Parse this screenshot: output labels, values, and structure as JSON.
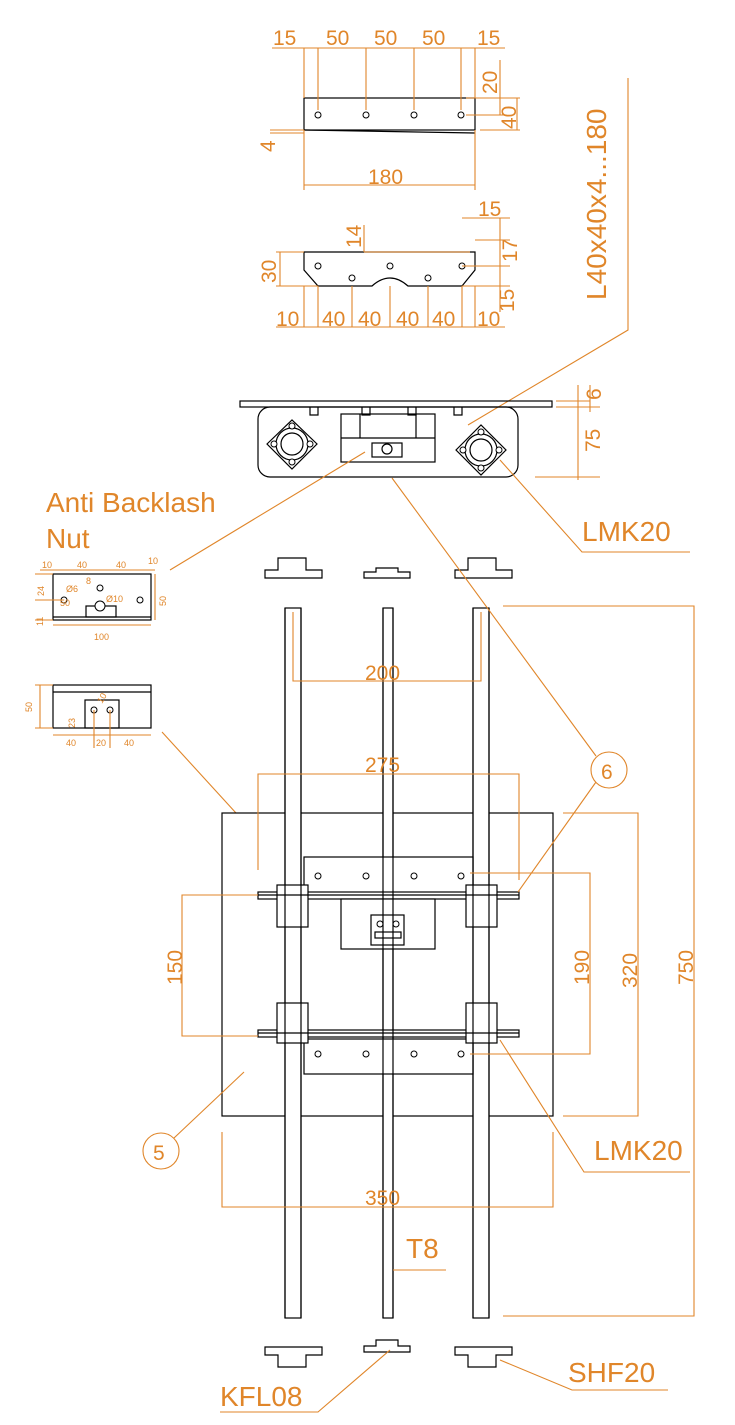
{
  "labels": {
    "angle_profile": "L40x40x4...180",
    "anti_backlash": [
      "Anti Backlash",
      "Nut"
    ],
    "lmk_top": "LMK20",
    "lmk_bottom": "LMK20",
    "t8": "T8",
    "kfl": "KFL08",
    "shf": "SHF20",
    "callout_6": "6",
    "callout_5": "5"
  },
  "dims": {
    "top_plate": [
      "15",
      "50",
      "50",
      "50",
      "15",
      "20",
      "40",
      "4",
      "180"
    ],
    "mid_plate": [
      "15",
      "17",
      "14",
      "30",
      "10",
      "40",
      "40",
      "40",
      "40",
      "10",
      "15"
    ],
    "side_view": [
      "6",
      "75"
    ],
    "nut_front": [
      "10",
      "40",
      "40",
      "10",
      "24",
      "Ø6",
      "8",
      "Ø10",
      "50",
      "50",
      "11",
      "100"
    ],
    "nut_side": [
      "50",
      "23",
      "40",
      "20",
      "40",
      "10"
    ],
    "assembly": [
      "200",
      "275",
      "150",
      "190",
      "320",
      "750",
      "350"
    ]
  }
}
